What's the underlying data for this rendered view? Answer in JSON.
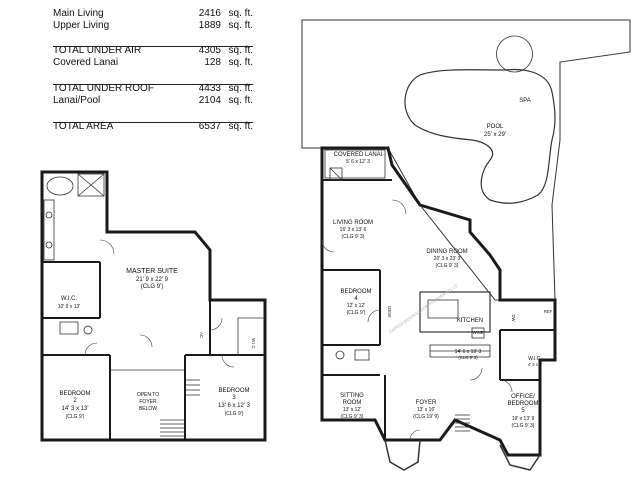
{
  "area_table": {
    "rows": [
      {
        "label": "Main Living",
        "value": "2416",
        "unit": "sq. ft."
      },
      {
        "label": "Upper Living",
        "value": "1889",
        "unit": "sq. ft."
      },
      {
        "label": "TOTAL UNDER AIR",
        "value": "4305",
        "unit": "sq. ft."
      },
      {
        "label": "Covered Lanai",
        "value": "128",
        "unit": "sq. ft."
      },
      {
        "label": "TOTAL UNDER ROOF",
        "value": "4433",
        "unit": "sq. ft."
      },
      {
        "label": "Lanai/Pool",
        "value": "2104",
        "unit": "sq. ft."
      },
      {
        "label": "TOTAL AREA",
        "value": "6537",
        "unit": "sq. ft."
      }
    ]
  },
  "upper_floor": {
    "master_suite": {
      "name": "MASTER SUITE",
      "dims": "21' 9 x 22' 9",
      "clg": "(CLG 9')"
    },
    "wic": {
      "name": "W.I.C.",
      "dims": "10' 9 x 13'"
    },
    "bedroom2": {
      "name": "BEDROOM",
      "num": "2",
      "dims": "14' 3 x 13'",
      "clg": "(CLG 9')"
    },
    "open_to_foyer": {
      "line1": "OPEN TO",
      "line2": "FOYER",
      "line3": "BELOW"
    },
    "bedroom3": {
      "name": "BEDROOM",
      "num": "3",
      "dims": "13' 6 x 12' 3",
      "clg": "(CLG 9')"
    },
    "wic_small": "W.I.C.",
    "ac": "AC"
  },
  "main_floor": {
    "pool": {
      "name": "POOL",
      "dims": "25' x 29'"
    },
    "spa": "SPA",
    "covered_lanai": {
      "name": "COVERED LANAI",
      "dims": "5' 6 x 12' 3"
    },
    "living_room": {
      "name": "LIVING ROOM",
      "dims": "16' 3 x 13' 6",
      "clg": "(CLG 9' 3)"
    },
    "dining_room": {
      "name": "DINING ROOM",
      "dims": "20' 3 x 23' 3",
      "clg": "(CLG 9' 3)"
    },
    "bedroom4": {
      "name": "BEDROOM",
      "num": "4",
      "dims": "12' x 12'",
      "clg": "(CLG 9')"
    },
    "desk": "DESK",
    "kitchen": {
      "name": "KITCHEN",
      "dims": "14' 6 x 19' 3",
      "clg": "(CLG 9' 3)"
    },
    "wic": {
      "name": "W.I.C.",
      "dims": "4' 3 x 8'"
    },
    "office": {
      "line1": "OFFICE/",
      "line2": "BEDROOM",
      "num": "5",
      "dims": "19' x 13' 9",
      "clg": "(CLG 9' 3)"
    },
    "sitting_room": {
      "line1": "SITTING",
      "line2": "ROOM",
      "dims": "13' x 12'",
      "clg": "(CLG 9' 3)"
    },
    "foyer": {
      "name": "FOYER",
      "dims": "13' x 16'",
      "clg": "(CLG 19' 9)"
    },
    "ref": "REF",
    "wine": "WINE",
    "dw": "DW"
  },
  "watermark": "CAPESA BENTATO FOR STEPHEN SELLS"
}
